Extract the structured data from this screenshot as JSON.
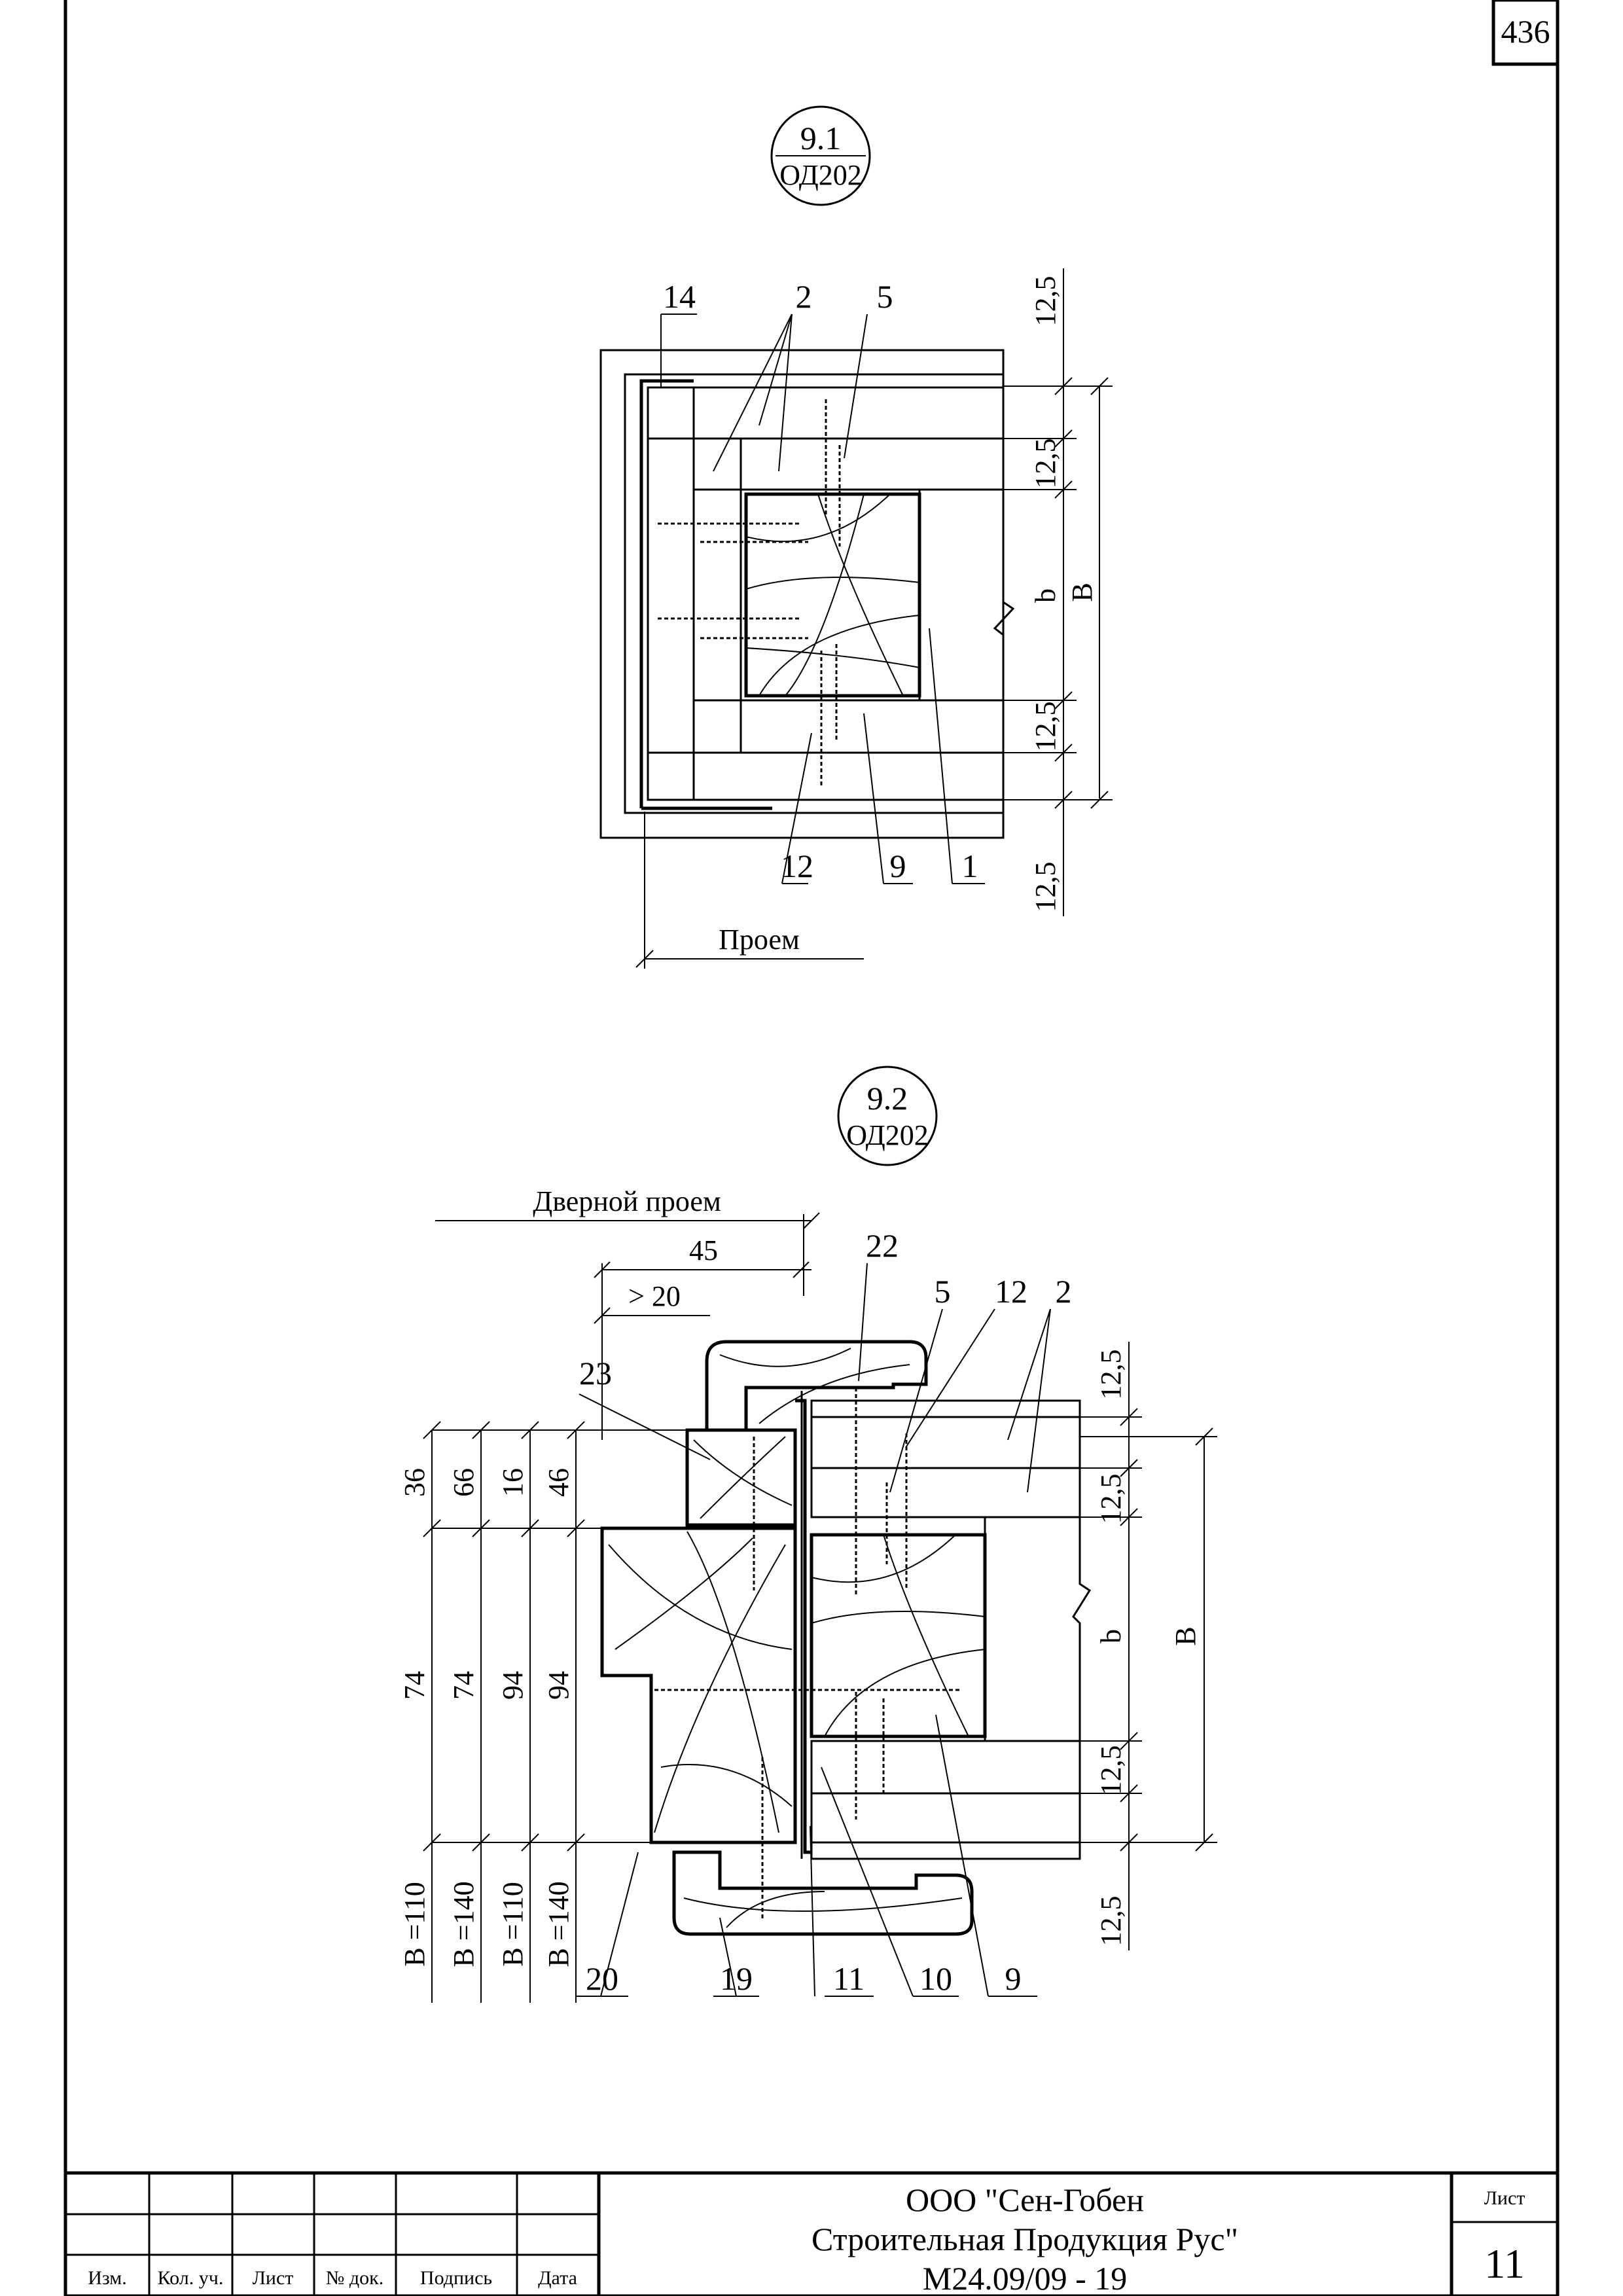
{
  "sheet_number_top": "436",
  "detail_1": {
    "marker_top": "9.1",
    "marker_bottom": "ОД202",
    "callouts": [
      "14",
      "2",
      "5",
      "12",
      "9",
      "1"
    ],
    "dims_right": [
      "12,5",
      "12,5",
      "12,5",
      "12,5",
      "b",
      "B"
    ],
    "opening_label": "Проем"
  },
  "detail_2": {
    "marker_top": "9.2",
    "marker_bottom": "ОД202",
    "opening_label": "Дверной проем",
    "dim_45": "45",
    "dim_gt20": "> 20",
    "callouts_top": [
      "22",
      "5",
      "12",
      "2",
      "23"
    ],
    "callouts_bottom": [
      "20",
      "19",
      "11",
      "10",
      "9"
    ],
    "dims_right": [
      "12,5",
      "12,5",
      "b",
      "B",
      "12,5",
      "12,5"
    ],
    "left_dims": [
      {
        "top": "36",
        "mid": "74",
        "bottom": "B =110"
      },
      {
        "top": "66",
        "mid": "74",
        "bottom": "B =140"
      },
      {
        "top": "16",
        "mid": "94",
        "bottom": "B =110"
      },
      {
        "top": "46",
        "mid": "94",
        "bottom": "B =140"
      }
    ]
  },
  "title_block": {
    "col_headers": [
      "Изм.",
      "Кол. уч.",
      "Лист",
      "№ док.",
      "Подпись",
      "Дата"
    ],
    "company_line1": "ООО \"Сен-Гобен",
    "company_line2": "Строительная Продукция Рус\"",
    "doc_code": "М24.09/09 - 19",
    "sheet_label": "Лист",
    "sheet_number": "11"
  }
}
